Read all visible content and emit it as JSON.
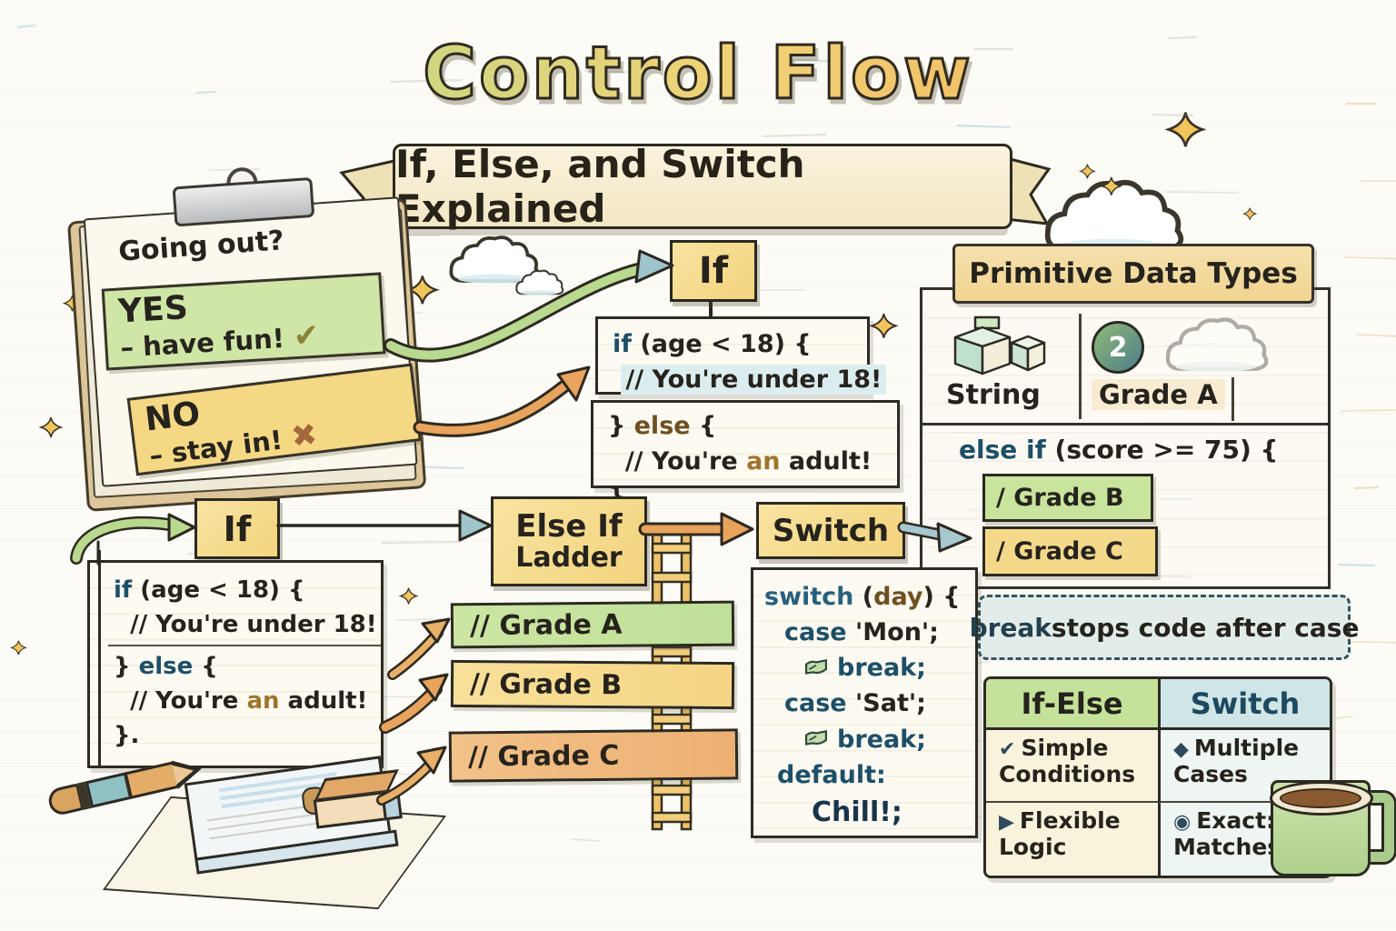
{
  "title": "Control Flow",
  "banner": {
    "subtitle": "If, Else, and Switch Explained"
  },
  "clipboard": {
    "question": "Going out?",
    "yes_label": "YES",
    "yes_note": "– have fun!",
    "yes_mark": "✔",
    "no_label": "NO",
    "no_note": "– stay in!",
    "no_mark": "✖"
  },
  "if_node": {
    "label": "If"
  },
  "code_top_if": {
    "kw": "if",
    "cond": " (age < 18) {",
    "comment": "// You're under 18!"
  },
  "code_top_else": {
    "close": "} ",
    "kw": "else",
    "open": " {",
    "comment_pre": "// You're ",
    "comment_mid": "an",
    "comment_post": " adult!",
    "end": "}."
  },
  "primitive_panel": {
    "title": "Primitive Data Types",
    "string_label": "String",
    "badge": "2",
    "grade_a_label": "Grade A",
    "elseif_kw": "else if",
    "elseif_cond": " (score >= 75) {",
    "grade_b": "/ Grade B",
    "grade_c": "/ Grade C"
  },
  "flow": {
    "if_label": "If",
    "elseif_line1": "Else If",
    "elseif_line2": "Ladder",
    "switch_label": "Switch"
  },
  "code_left": {
    "kw_if": "if",
    "cond": " (age < 18) {",
    "comment_under": "// You're under 18!",
    "close_brace": "} ",
    "kw_else": "else",
    "open_brace": " {",
    "comment_pre": "// You're ",
    "comment_mid": "an",
    "comment_post": " adult!",
    "end": "}."
  },
  "ladder": {
    "grade_a": "// Grade A",
    "grade_b": "// Grade B",
    "grade_c": "// Grade C"
  },
  "switch_code": {
    "kw": "switch",
    "param_open": " (",
    "param": "day",
    "param_close": ") {",
    "case1_kw": "case",
    "case1_val": " 'Mon';",
    "break1": "break;",
    "case2_kw": "case",
    "case2_val": " 'Sat';",
    "break2": "break;",
    "default_kw": "default:",
    "default_body": "Chill!;"
  },
  "break_note": {
    "kw": "break",
    "text": " stops code after case"
  },
  "comparison": {
    "header_left": "If-Else",
    "header_right": "Switch",
    "rows": [
      {
        "left_icon": "✔",
        "left": "Simple Conditions",
        "right_icon": "◆",
        "right": "Multiple Cases"
      },
      {
        "left_icon": "▶",
        "left": "Flexible Logic",
        "right_icon": "◉",
        "right": "Exact: Matches"
      }
    ]
  },
  "colors": {
    "accent_green": "#c9e49c",
    "accent_yellow": "#f6dd8d",
    "accent_orange": "#f0b97c",
    "keyword_blue": "#1d4f68",
    "keyword_brown": "#6e4f1f",
    "note_teal": "#e2edea"
  }
}
